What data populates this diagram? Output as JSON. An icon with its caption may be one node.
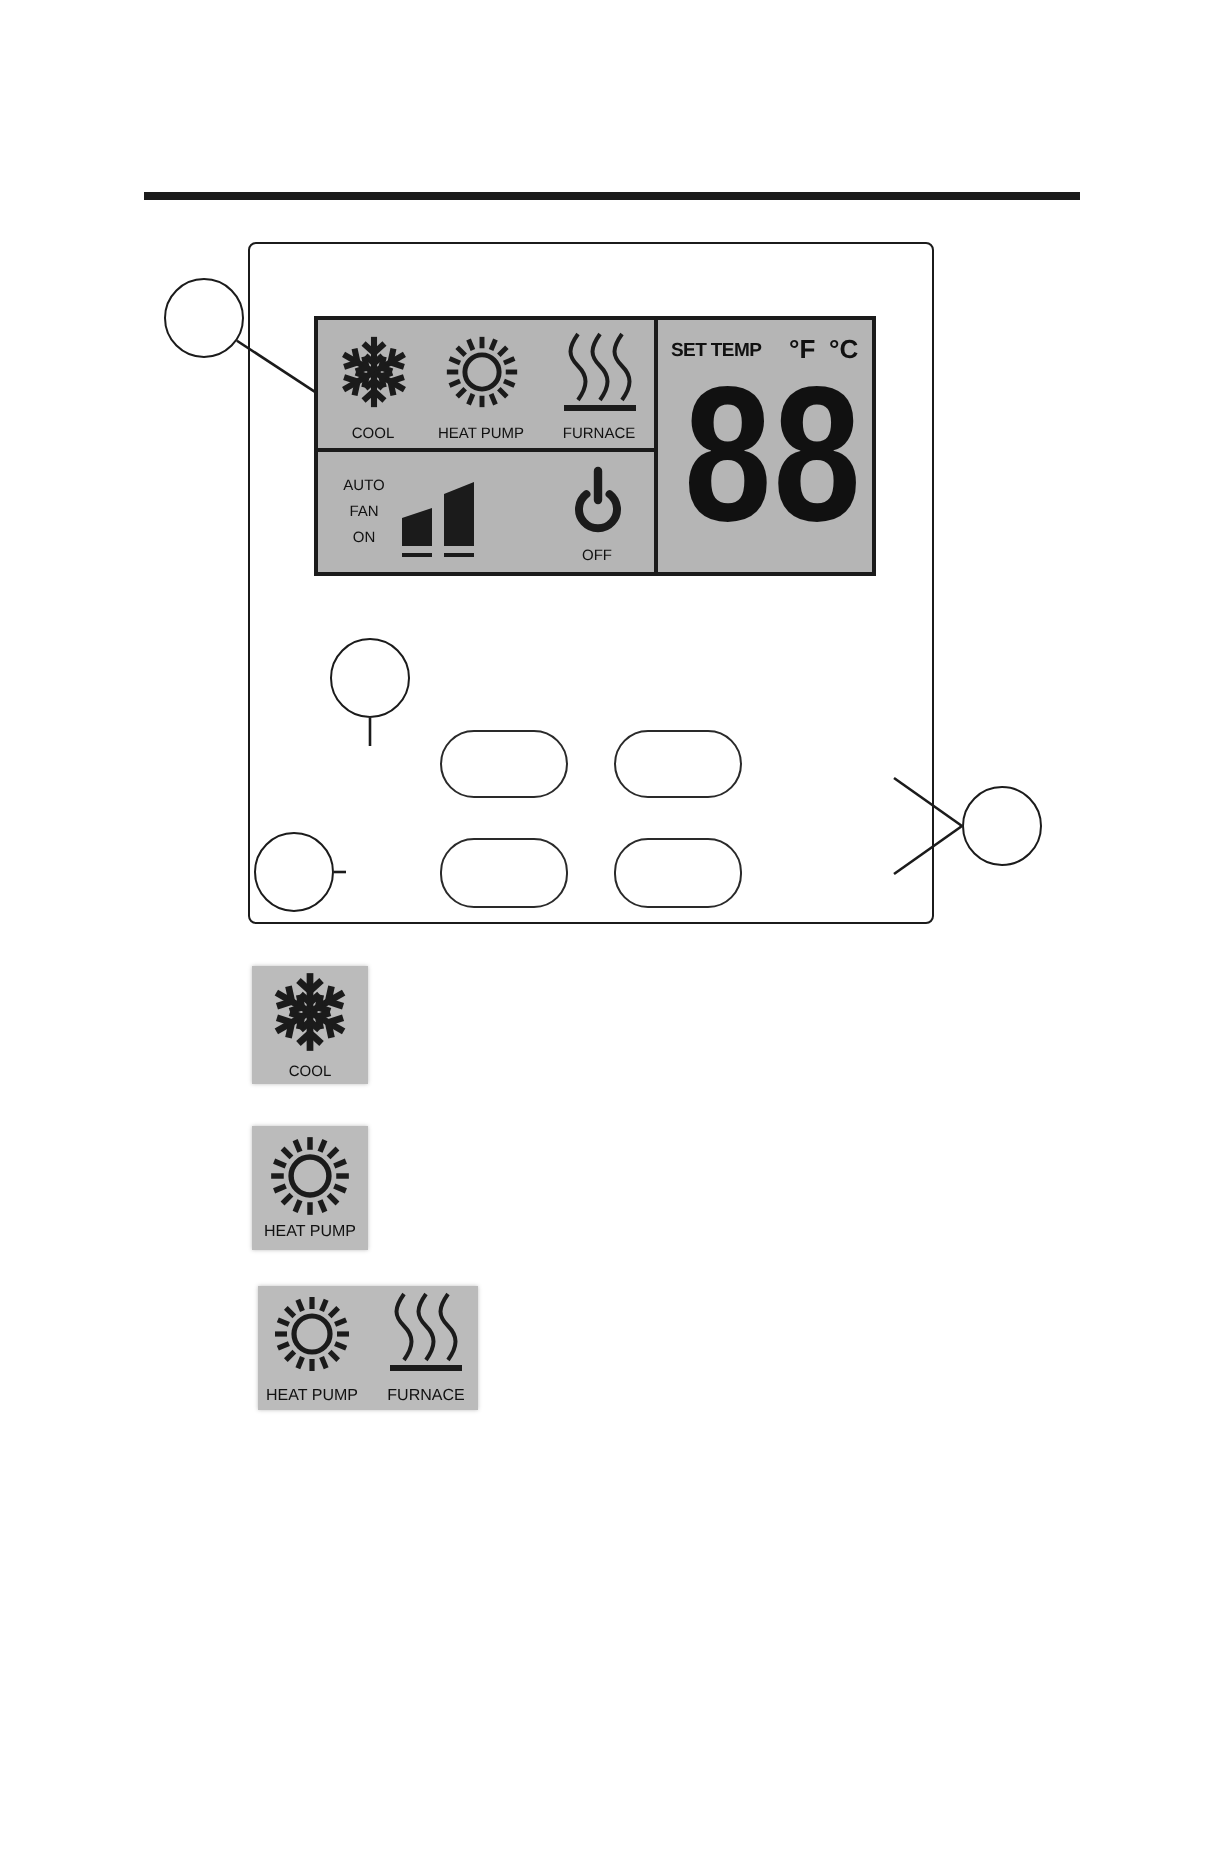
{
  "diagram": {
    "nodes": [
      {
        "text": [],
        "shape": "box"
      },
      {
        "text": [],
        "shape": "box",
        "in": 0
      },
      {
        "text": [
          "COOL",
          "HEAT PUMP",
          "FURNACE"
        ],
        "in": 1
      },
      {
        "text": [
          "AUTO",
          "FAN",
          "ON",
          "OFF"
        ],
        "in": 1
      },
      {
        "text": [
          "SET TEMP",
          "°F",
          "°C",
          "88"
        ],
        "in": 1
      },
      {
        "text": [],
        "shape": "circle",
        "in": 0
      },
      {
        "text": [],
        "shape": "box",
        "in": 0
      },
      {
        "text": [],
        "shape": "box",
        "in": 0
      },
      {
        "text": [],
        "shape": "box",
        "in": 0
      },
      {
        "text": [],
        "shape": "box",
        "in": 0
      },
      {
        "text": [],
        "shape": "circle",
        "in": 0
      },
      {
        "text": [],
        "shape": "circle"
      },
      {
        "text": [],
        "shape": "circle"
      },
      {
        "text": [
          "COOL"
        ]
      },
      {
        "text": [
          "HEAT PUMP"
        ]
      },
      {
        "text": [
          "HEAT PUMP",
          "FURNACE"
        ]
      }
    ],
    "edges": [
      {
        "from": 11,
        "to": 2,
        "arrow": "none"
      },
      {
        "from": 5,
        "to": null,
        "arrow": "none"
      },
      {
        "from": 10,
        "to": null,
        "arrow": "none"
      },
      {
        "from": 12,
        "to": null,
        "arrow": "none"
      },
      {
        "from": 12,
        "to": null,
        "arrow": "none"
      }
    ]
  }
}
